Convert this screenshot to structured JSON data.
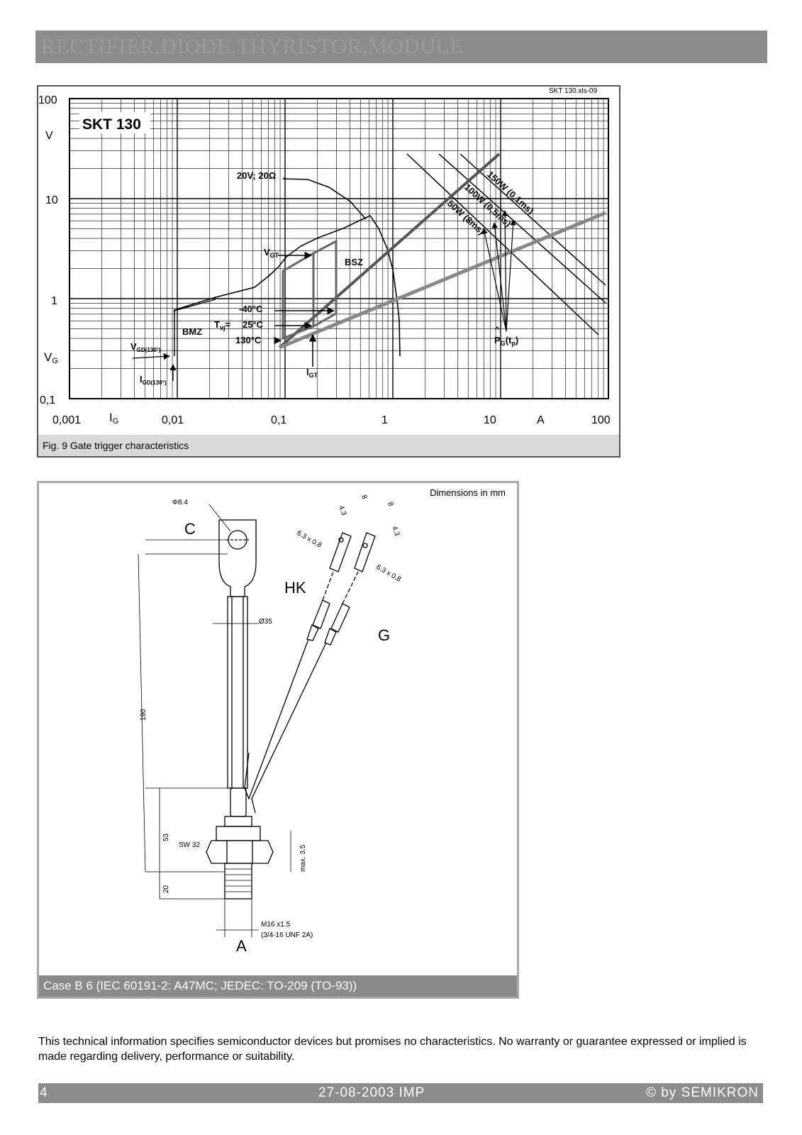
{
  "header": {
    "title": "RECTIFIER,DIODE,THYRISTOR,MODULE"
  },
  "fig9": {
    "file": "SKT 130.xls-09",
    "title": "SKT 130",
    "caption": "Fig. 9 Gate trigger characteristics",
    "y_ticks": [
      "100",
      "10",
      "1",
      "0,1"
    ],
    "y_unit": "V",
    "y_label": "V",
    "y_label_sub": "G",
    "x_ticks": [
      "0,001",
      "0,01",
      "0,1",
      "1",
      "10",
      "100"
    ],
    "x_label": "I",
    "x_label_sub": "G",
    "x_unit": "A",
    "labels": {
      "source": "20V; 20Ω",
      "vgt": "V",
      "vgt_sub": "GT",
      "bsz": "BSZ",
      "bmz": "BMZ",
      "t1": "-40°C",
      "t2": "25°C",
      "t3": "130°C",
      "tvj": "T",
      "tvj_sub": "vj",
      "tvj_eq": "=",
      "vgd": "V",
      "vgd_sub": "GD(130°)",
      "igd": "I",
      "igd_sub": "GD(130°)",
      "igt": "I",
      "igt_sub": "GT",
      "p150": "150W (0,1ms)",
      "p100": "100W (0,5ms)",
      "p50": "50W (8ms)",
      "pg": "P",
      "pg_sub": "G",
      "pg_arg": "(t",
      "pg_arg_sub": "p",
      "pg_close": ")",
      "pg_hat": "^"
    }
  },
  "case": {
    "dims_note": "Dimensions in mm",
    "caption": "Case B 6 (IEC 60191-2: A47MC; JEDEC: TO-209 (TO-93))",
    "labels": {
      "c": "C",
      "hk": "HK",
      "g": "G",
      "a": "A",
      "hole": "Φ8.4",
      "shaft": "Ø35",
      "len190": "190",
      "len53": "53",
      "len20": "20",
      "sw": "SW 32",
      "max35": "max. 3.5",
      "thread": "M16 x1.5",
      "unf": "(3/4-16 UNF 2A)",
      "tab_w1": "4.3",
      "tab_l1": "8",
      "tab_w2": "4.3",
      "tab_l2": "8",
      "tab_s1": "6.3 x 0.8",
      "tab_s2": "6.3 x 0.8"
    }
  },
  "disclaimer": "This technical information specifies semiconductor devices but promises no characteristics. No warranty or guarantee expressed or implied is made regarding delivery, performance or suitability.",
  "footer": {
    "page": "4",
    "date": "27-08-2003  IMP",
    "copyright": "© by SEMIKRON"
  }
}
